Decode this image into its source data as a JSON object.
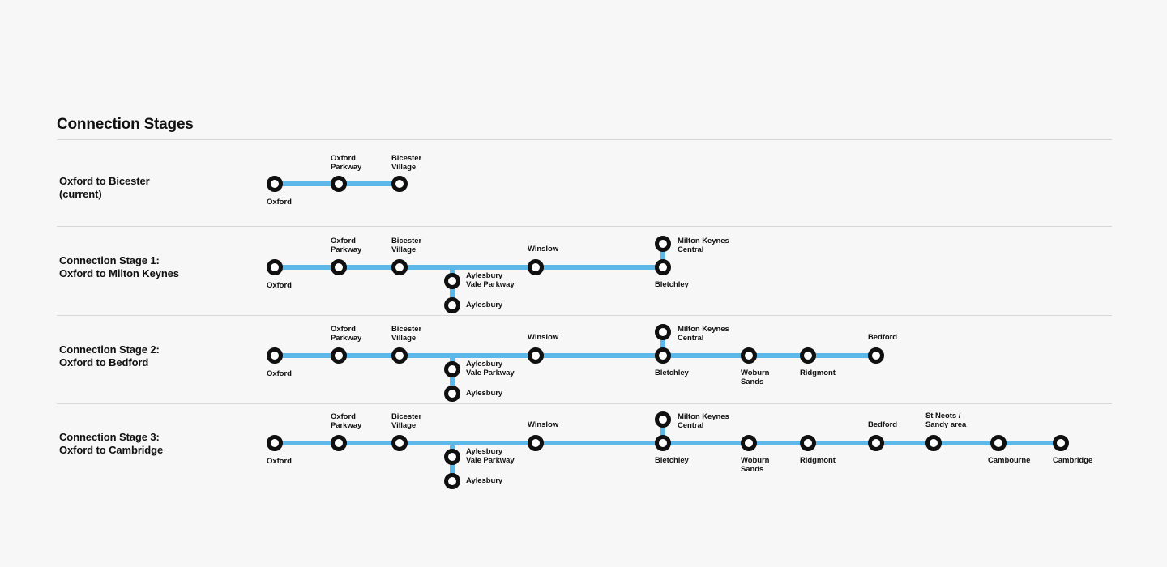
{
  "header": {
    "title": "Connection Stages"
  },
  "colors": {
    "line": "#5bb8e8",
    "node_ring": "#101010",
    "node_fill": "#ffffff",
    "background": "#f7f7f7",
    "divider": "#d7d7d7",
    "text": "#111111"
  },
  "rows": [
    {
      "id": "oxford-to-bicester",
      "label": "Oxford to Bicester\n(current)",
      "stations": [
        {
          "name": "Oxford",
          "position": "below"
        },
        {
          "name": "Oxford\nParkway",
          "position": "above"
        },
        {
          "name": "Bicester\nVillage",
          "position": "above"
        }
      ]
    },
    {
      "id": "connection-stage-1",
      "label": "Connection Stage 1:\nOxford to Milton Keynes",
      "stations": [
        {
          "name": "Oxford",
          "position": "below"
        },
        {
          "name": "Oxford\nParkway",
          "position": "above"
        },
        {
          "name": "Bicester\nVillage",
          "position": "above"
        },
        {
          "name": "Aylesbury\nVale Parkway",
          "position": "right"
        },
        {
          "name": "Aylesbury",
          "position": "right"
        },
        {
          "name": "Winslow",
          "position": "above"
        },
        {
          "name": "Milton Keynes\nCentral",
          "position": "right"
        },
        {
          "name": "Bletchley",
          "position": "below"
        }
      ]
    },
    {
      "id": "connection-stage-2",
      "label": "Connection Stage 2:\nOxford to Bedford",
      "stations": [
        {
          "name": "Oxford",
          "position": "below"
        },
        {
          "name": "Oxford\nParkway",
          "position": "above"
        },
        {
          "name": "Bicester\nVillage",
          "position": "above"
        },
        {
          "name": "Aylesbury\nVale Parkway",
          "position": "right"
        },
        {
          "name": "Aylesbury",
          "position": "right"
        },
        {
          "name": "Winslow",
          "position": "above"
        },
        {
          "name": "Milton Keynes\nCentral",
          "position": "right"
        },
        {
          "name": "Bletchley",
          "position": "below"
        },
        {
          "name": "Woburn\nSands",
          "position": "below"
        },
        {
          "name": "Ridgmont",
          "position": "below"
        },
        {
          "name": "Bedford",
          "position": "above"
        }
      ]
    },
    {
      "id": "connection-stage-3",
      "label": "Connection Stage 3:\nOxford to Cambridge",
      "stations": [
        {
          "name": "Oxford",
          "position": "below"
        },
        {
          "name": "Oxford\nParkway",
          "position": "above"
        },
        {
          "name": "Bicester\nVillage",
          "position": "above"
        },
        {
          "name": "Aylesbury\nVale Parkway",
          "position": "right"
        },
        {
          "name": "Aylesbury",
          "position": "right"
        },
        {
          "name": "Winslow",
          "position": "above"
        },
        {
          "name": "Milton Keynes\nCentral",
          "position": "right"
        },
        {
          "name": "Bletchley",
          "position": "below"
        },
        {
          "name": "Woburn\nSands",
          "position": "below"
        },
        {
          "name": "Ridgmont",
          "position": "below"
        },
        {
          "name": "Bedford",
          "position": "above"
        },
        {
          "name": "St Neots /\nSandy area",
          "position": "above"
        },
        {
          "name": "Cambourne",
          "position": "below"
        },
        {
          "name": "Cambridge",
          "position": "below"
        }
      ]
    }
  ]
}
